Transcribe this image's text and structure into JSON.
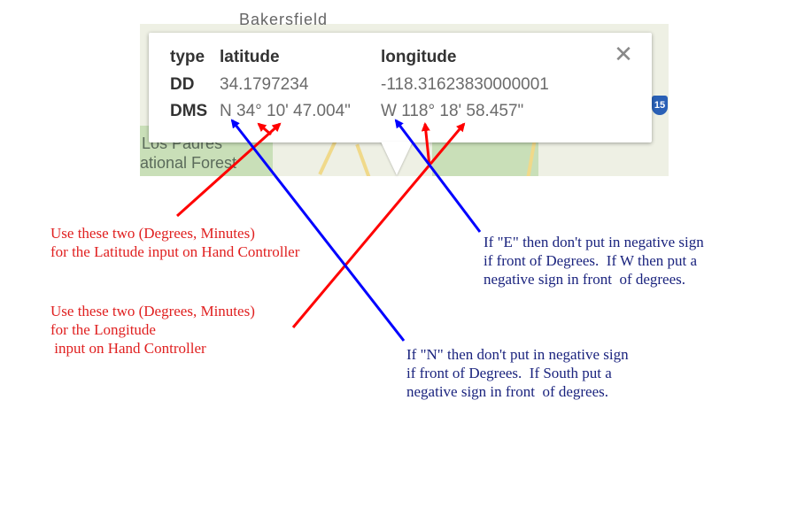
{
  "map": {
    "place_top": "Bakersfield",
    "place_forest_line1": "Los Padres",
    "place_forest_line2": "ational Forest",
    "highway_shield": "15"
  },
  "popup": {
    "headers": {
      "type": "type",
      "latitude": "latitude",
      "longitude": "longitude"
    },
    "rows": [
      {
        "type": "DD",
        "latitude": "34.1797234",
        "longitude": "-118.31623830000001"
      },
      {
        "type": "DMS",
        "latitude": "N 34° 10' 47.004\"",
        "longitude": "W 118° 18' 58.457\""
      }
    ],
    "close_glyph": "✕"
  },
  "annotations": {
    "latitude_note": "Use these two (Degrees, Minutes)\nfor the Latitude input on Hand Controller",
    "longitude_note": "Use these two (Degrees, Minutes)\nfor the Longitude\n input on Hand Controller",
    "east_west_note": "If \"E\" then don't put in negative sign\nif front of Degrees.  If W then put a\nnegative sign in front  of degrees.",
    "north_south_note": "If \"N\" then don't put in negative sign\nif front of Degrees.  If South put a\nnegative sign in front  of degrees."
  },
  "colors": {
    "red_arrow": "#ff0000",
    "blue_arrow": "#0000ff",
    "red_text": "#e02020",
    "blue_text": "#1a237e"
  }
}
